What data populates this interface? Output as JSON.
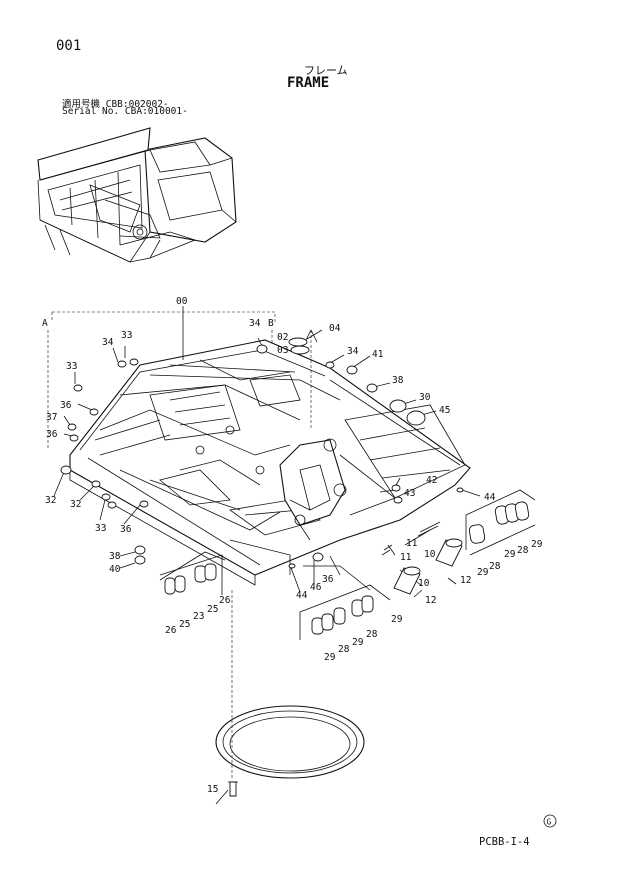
{
  "header": {
    "page_number": "001",
    "title_jp": "フレーム",
    "title_en": "FRAME",
    "serial_line_jp": "適用号機  CBB:002002-",
    "serial_line_en": "Serial No. CBA:010001-"
  },
  "view_markers": {
    "a": "A",
    "b": "B"
  },
  "callouts": [
    {
      "id": "c00",
      "label": "00"
    },
    {
      "id": "c02",
      "label": "02"
    },
    {
      "id": "c03",
      "label": "03"
    },
    {
      "id": "c04",
      "label": "04"
    },
    {
      "id": "c34a",
      "label": "34"
    },
    {
      "id": "c33a",
      "label": "33"
    },
    {
      "id": "c34b",
      "label": "34"
    },
    {
      "id": "c34c",
      "label": "34"
    },
    {
      "id": "c41",
      "label": "41"
    },
    {
      "id": "c38a",
      "label": "38"
    },
    {
      "id": "c30",
      "label": "30"
    },
    {
      "id": "c45",
      "label": "45"
    },
    {
      "id": "c33b",
      "label": "33"
    },
    {
      "id": "c36a",
      "label": "36"
    },
    {
      "id": "c37",
      "label": "37"
    },
    {
      "id": "c36b",
      "label": "36"
    },
    {
      "id": "c42",
      "label": "42"
    },
    {
      "id": "c43",
      "label": "43"
    },
    {
      "id": "c44a",
      "label": "44"
    },
    {
      "id": "c32a",
      "label": "32"
    },
    {
      "id": "c32b",
      "label": "32"
    },
    {
      "id": "c33c",
      "label": "33"
    },
    {
      "id": "c36c",
      "label": "36"
    },
    {
      "id": "c38b",
      "label": "38"
    },
    {
      "id": "c40",
      "label": "40"
    },
    {
      "id": "c44b",
      "label": "44"
    },
    {
      "id": "c46",
      "label": "46"
    },
    {
      "id": "c36d",
      "label": "36"
    },
    {
      "id": "c11a",
      "label": "11"
    },
    {
      "id": "c11b",
      "label": "11"
    },
    {
      "id": "c10a",
      "label": "10"
    },
    {
      "id": "c10b",
      "label": "10"
    },
    {
      "id": "c12a",
      "label": "12"
    },
    {
      "id": "c12b",
      "label": "12"
    },
    {
      "id": "c29a",
      "label": "29"
    },
    {
      "id": "c28a",
      "label": "28"
    },
    {
      "id": "c29b",
      "label": "29"
    },
    {
      "id": "c28b",
      "label": "28"
    },
    {
      "id": "c29c",
      "label": "29"
    },
    {
      "id": "c26a",
      "label": "26"
    },
    {
      "id": "c25a",
      "label": "25"
    },
    {
      "id": "c23",
      "label": "23"
    },
    {
      "id": "c25b",
      "label": "25"
    },
    {
      "id": "c26b",
      "label": "26"
    },
    {
      "id": "c29d",
      "label": "29"
    },
    {
      "id": "c28c",
      "label": "28"
    },
    {
      "id": "c29e",
      "label": "29"
    },
    {
      "id": "c28d",
      "label": "28"
    },
    {
      "id": "c29f",
      "label": "29"
    },
    {
      "id": "c15",
      "label": "15"
    }
  ],
  "footer": {
    "code": "PCBB-I-4",
    "revision_mark": "G"
  }
}
